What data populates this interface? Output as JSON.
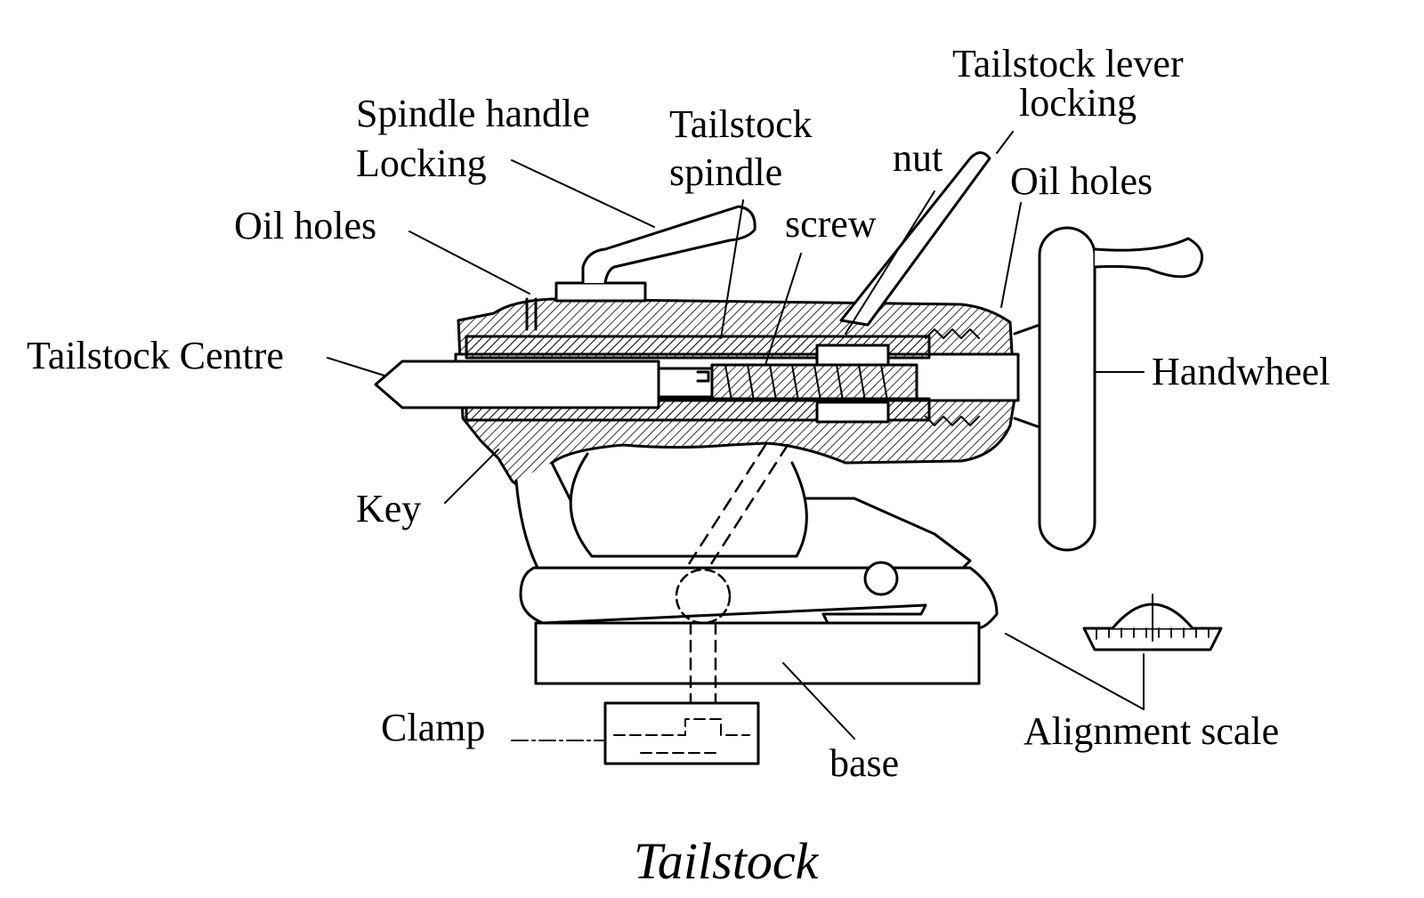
{
  "labels": {
    "spindle_handle": "Spindle handle",
    "locking": "Locking",
    "tailstock_spindle_1": "Tailstock",
    "tailstock_spindle_2": "spindle",
    "tailstock_lever": "Tailstock lever",
    "lever_locking": "locking",
    "nut": "nut",
    "oil_holes_right": "Oil holes",
    "oil_holes_left": "Oil holes",
    "screw": "screw",
    "tailstock_centre": "Tailstock Centre",
    "handwheel": "Handwheel",
    "key": "Key",
    "clamp": "Clamp",
    "base": "base",
    "alignment_scale": "Alignment scale"
  },
  "caption": "Tailstock",
  "colors": {
    "ink": "#000000",
    "paper": "#ffffff"
  }
}
